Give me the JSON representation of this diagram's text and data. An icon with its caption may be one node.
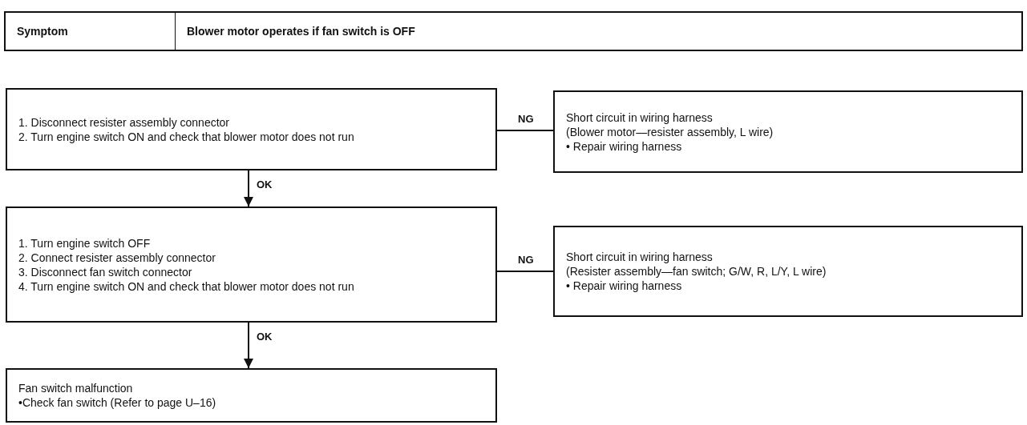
{
  "diagram": {
    "nodes": [
      {
        "text": [
          "Symptom",
          "Blower motor operates if fan switch is OFF"
        ]
      },
      {
        "text": [
          "1. Disconnect resister assembly connector",
          "2. Turn engine switch ON and check that blower motor does not run"
        ]
      },
      {
        "text": [
          "Short circuit in wiring harness",
          "(Blower motor—resister assembly, L wire)",
          "• Repair wiring harness"
        ]
      },
      {
        "text": [
          "1. Turn engine switch OFF",
          "2. Connect resister assembly connector",
          "3. Disconnect fan switch connector",
          "4. Turn engine switch ON and check that blower motor does not run"
        ]
      },
      {
        "text": [
          "Short circuit in wiring harness",
          "(Resister assembly—fan switch; G/W, R, L/Y, L wire)",
          "• Repair wiring harness"
        ]
      },
      {
        "text": [
          "Fan switch malfunction",
          "•Check fan switch (Refer to page U–16)"
        ]
      }
    ],
    "edges": [
      {
        "from": 1,
        "to": 2,
        "arrow": "none",
        "label": "NG"
      },
      {
        "from": 1,
        "to": 3,
        "arrow": "to",
        "label": "OK"
      },
      {
        "from": 3,
        "to": 4,
        "arrow": "none",
        "label": "NG"
      },
      {
        "from": 3,
        "to": 5,
        "arrow": "to",
        "label": "OK"
      }
    ]
  }
}
